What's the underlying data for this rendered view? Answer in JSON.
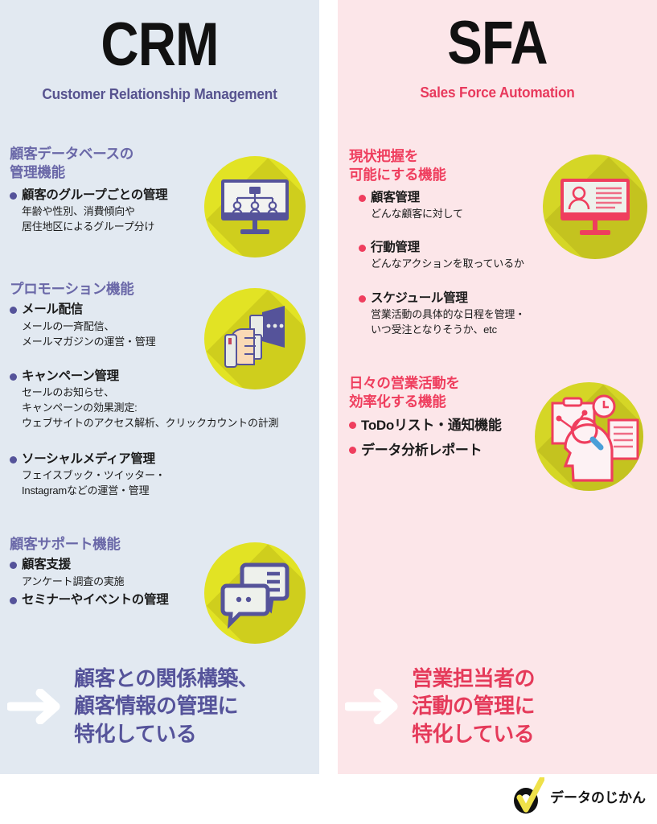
{
  "columns": {
    "crm": {
      "acronym": "CRM",
      "subtitle": "Customer Relationship Management",
      "accent": "#6a68a8",
      "background": "#e2e9f1",
      "sections": [
        {
          "title": "顧客データベースの\n管理機能",
          "title_line1": "顧客データベースの",
          "title_line2": "管理機能",
          "icon": "monitor-org-chart-icon",
          "bullets": [
            {
              "head": "顧客のグループごとの管理",
              "sub_lines": [
                "年齢や性別、消費傾向や",
                "居住地区によるグループ分け"
              ]
            }
          ]
        },
        {
          "title_line1": "プロモーション機能",
          "title_line2": "",
          "icon": "megaphone-hand-icon",
          "bullets": [
            {
              "head": "メール配信",
              "sub_lines": [
                "メールの一斉配信、",
                "メールマガジンの運営・管理"
              ]
            },
            {
              "head": "キャンペーン管理",
              "sub_lines": [
                "セールのお知らせ、",
                "キャンペーンの効果測定:",
                "ウェブサイトのアクセス解析、クリックカウントの計測"
              ]
            },
            {
              "head": "ソーシャルメディア管理",
              "sub_lines": [
                "フェイスブック・ツイッター・",
                "Instagramなどの運営・管理"
              ]
            }
          ]
        },
        {
          "title_line1": "顧客サポート機能",
          "title_line2": "",
          "icon": "chat-bubbles-icon",
          "bullets": [
            {
              "head": "顧客支援",
              "sub_lines": [
                "アンケート調査の実施"
              ]
            },
            {
              "head": "セミナーやイベントの管理",
              "sub_lines": []
            }
          ]
        }
      ],
      "summary_lines": [
        "顧客との関係構築、",
        "顧客情報の管理に",
        "特化している"
      ]
    },
    "sfa": {
      "acronym": "SFA",
      "subtitle": "Sales Force Automation",
      "accent": "#ef3e5e",
      "background": "#fce6e9",
      "sections": [
        {
          "title_line1": "現状把握を",
          "title_line2": "可能にする機能",
          "icon": "monitor-profile-icon",
          "bullets": [
            {
              "head": "顧客管理",
              "sub_lines": [
                "どんな顧客に対して"
              ]
            },
            {
              "head": "行動管理",
              "sub_lines": [
                "どんなアクションを取っているか"
              ]
            },
            {
              "head": "スケジュール管理",
              "sub_lines": [
                "営業活動の具体的な日程を管理・",
                "いつ受注となりそうか、etc"
              ]
            }
          ]
        },
        {
          "title_line1": "日々の営業活動を",
          "title_line2": "効率化する機能",
          "icon": "analysis-head-icon",
          "bullets": [
            {
              "head": "ToDoリスト・通知機能",
              "sub_lines": []
            },
            {
              "head": "データ分析レポート",
              "sub_lines": []
            }
          ]
        }
      ],
      "summary_lines": [
        "営業担当者の",
        "活動の管理に",
        "特化している"
      ]
    }
  },
  "footer": {
    "logo_text": "データのじかん",
    "logo_icon": "check-circle-logo-icon",
    "logo_check_color": "#efe14a",
    "logo_circle_color": "#111111"
  },
  "icons": {
    "arrow": "arrow-right-icon"
  }
}
